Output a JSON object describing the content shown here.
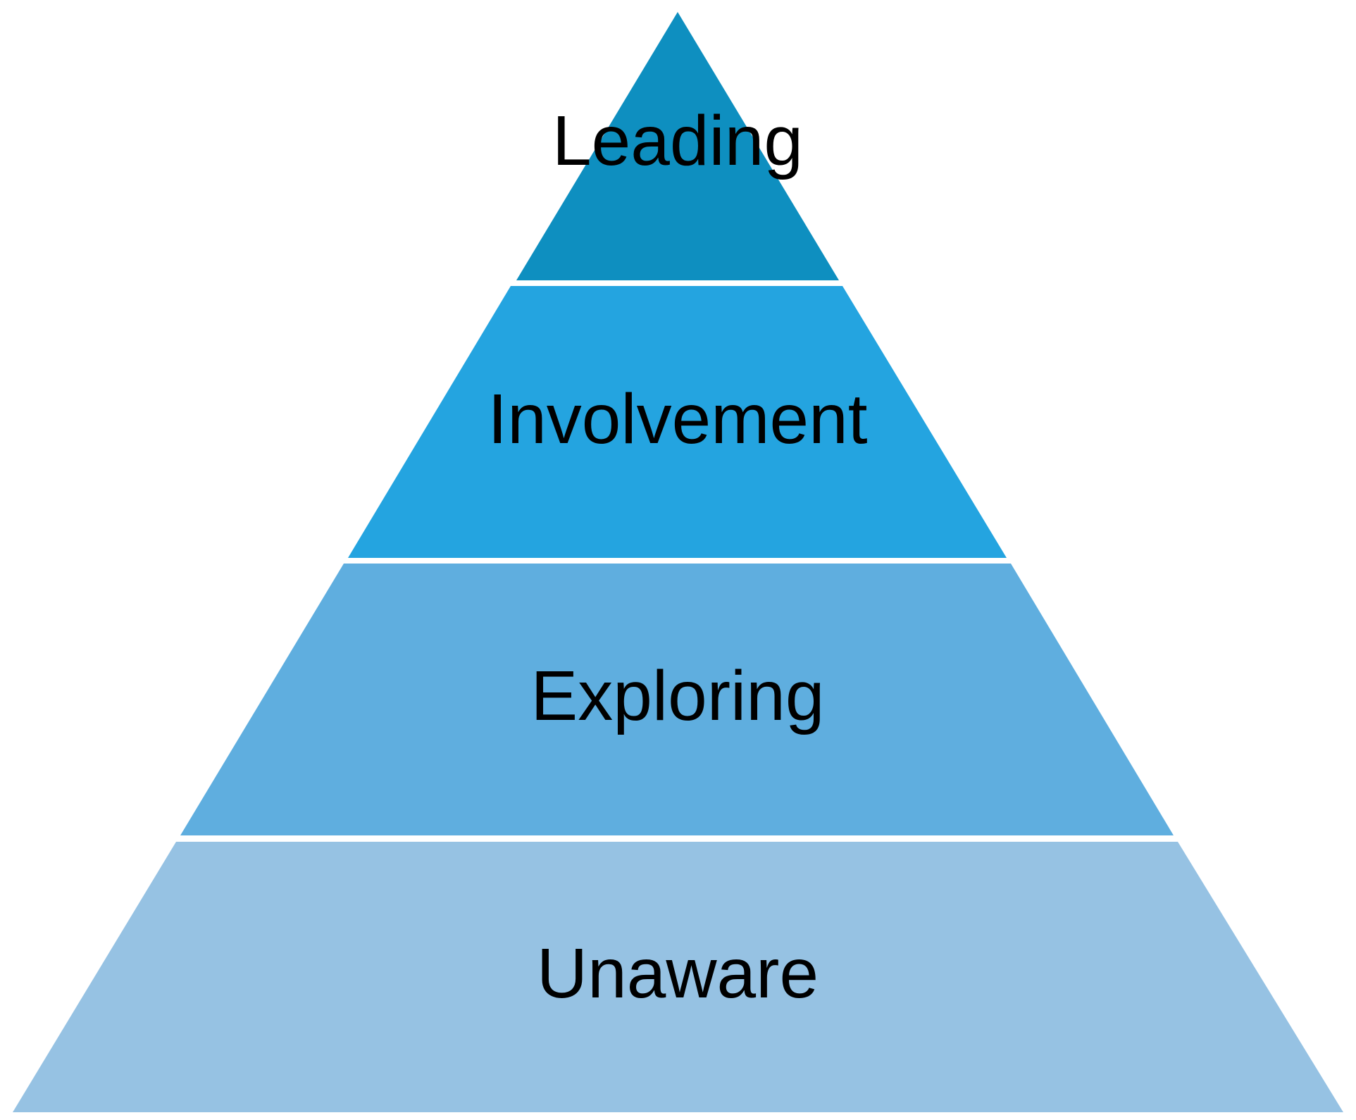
{
  "diagram": {
    "type": "pyramid",
    "tiers": [
      {
        "label": "Leading",
        "color": "#0E8FC0"
      },
      {
        "label": "Involvement",
        "color": "#24A4E0"
      },
      {
        "label": "Exploring",
        "color": "#5FAEDF"
      },
      {
        "label": "Unaware",
        "color": "#96C2E3"
      }
    ]
  }
}
